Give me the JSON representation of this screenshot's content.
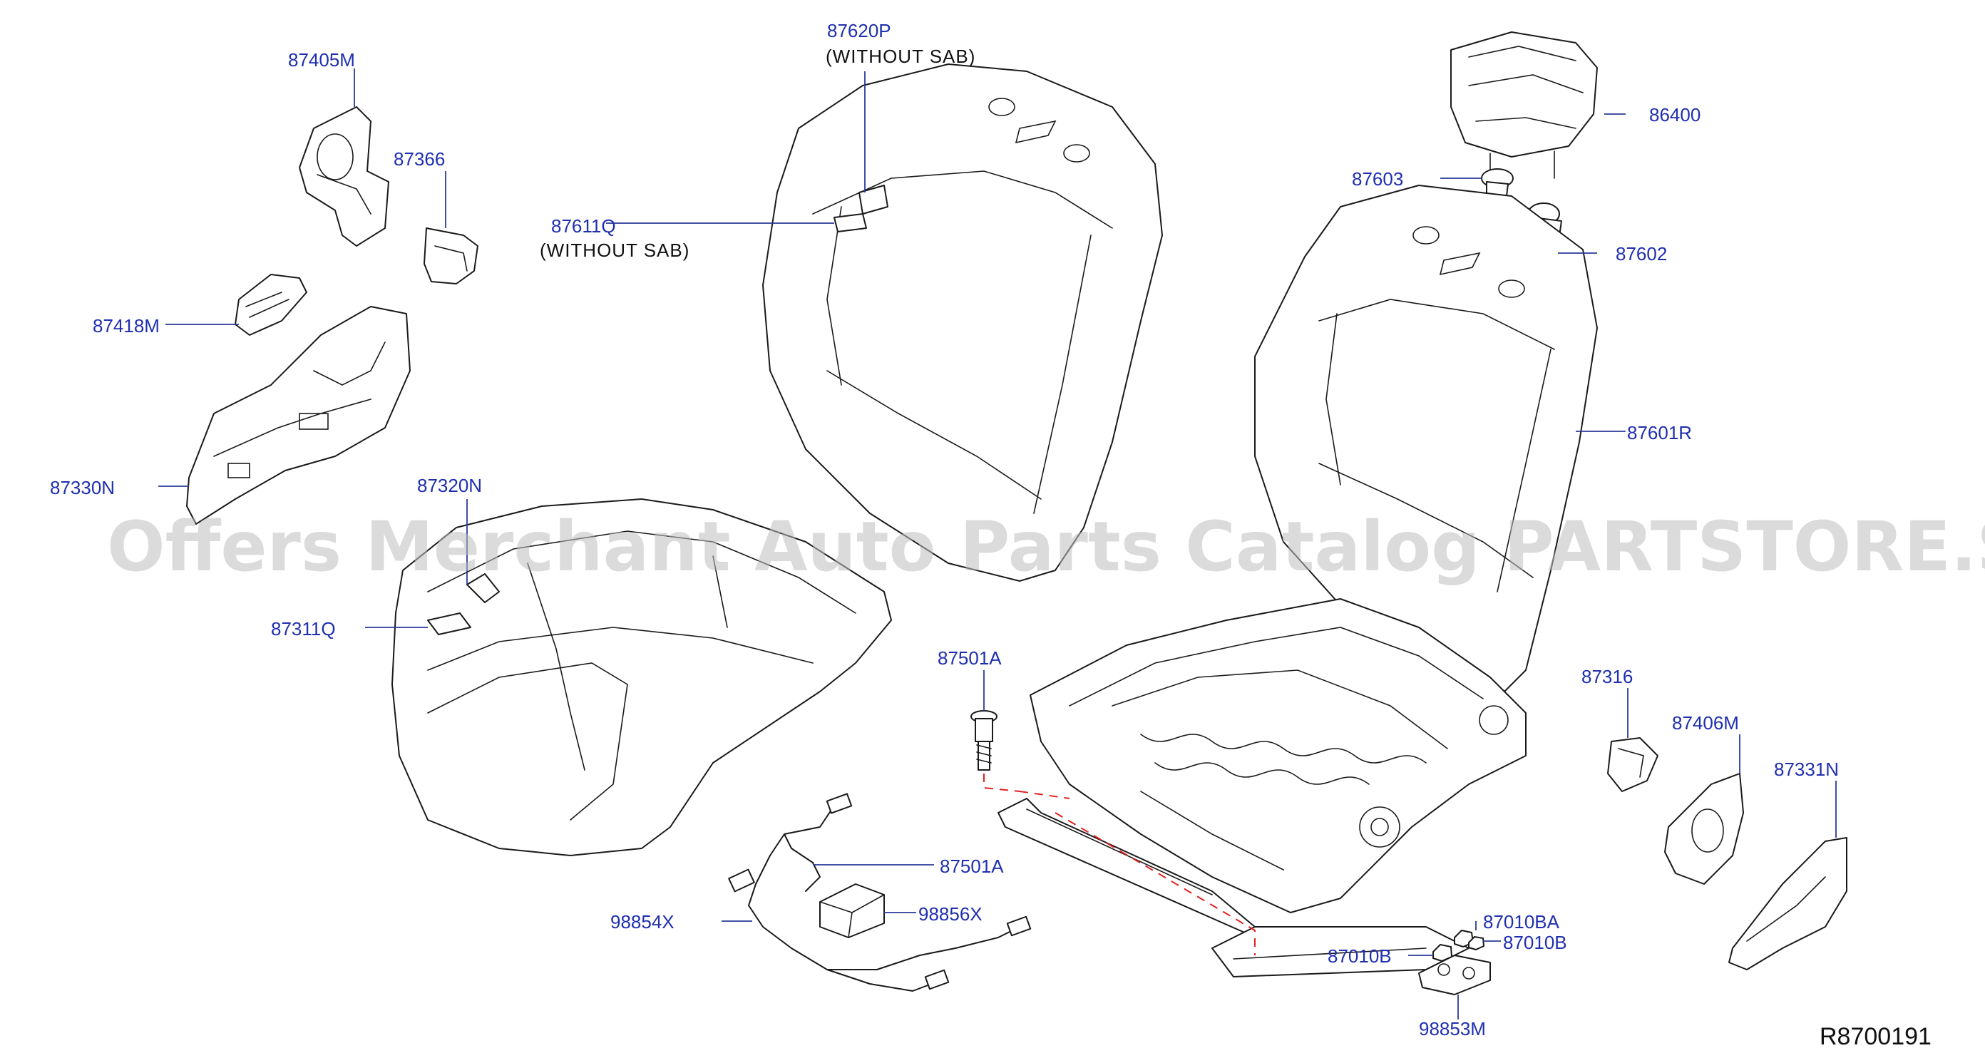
{
  "watermark": "Offers Merchant Auto Parts Catalog PARTSTORE.SA",
  "reference_code": "R8700191",
  "callouts": {
    "p87405M": "87405M",
    "p87366": "87366",
    "p87418M": "87418M",
    "p87330N": "87330N",
    "p87320N": "87320N",
    "p87311Q": "87311Q",
    "p87620P": "87620P",
    "p87620P_note": "(WITHOUT   SAB)",
    "p87611Q": "87611Q",
    "p87611Q_note": "(WITHOUT   SAB)",
    "p86400": "86400",
    "p87603": "87603",
    "p87602": "87602",
    "p87601R": "87601R",
    "p87501A_top": "87501A",
    "p87316": "87316",
    "p87406M": "87406M",
    "p87331N": "87331N",
    "p87501A_harness": "87501A",
    "p98856X": "98856X",
    "p98854X": "98854X",
    "p87010BA": "87010BA",
    "p87010B_right": "87010B",
    "p87010B_left": "87010B",
    "p98853M": "98853M"
  },
  "icons": {
    "seat_cushion": "seat-cushion-trim-drawing",
    "seat_back": "seat-back-trim-drawing",
    "headrest": "headrest-drawing",
    "seat_frame": "seat-frame-assembly-drawing",
    "harness": "wiring-harness-drawing"
  },
  "colors": {
    "callout_text": "#1f2fb0",
    "leader_line": "#2a3a9a",
    "dashed_guide": "#e02020",
    "watermark": "#bdbdbd",
    "line_art": "#1a1a1a"
  }
}
